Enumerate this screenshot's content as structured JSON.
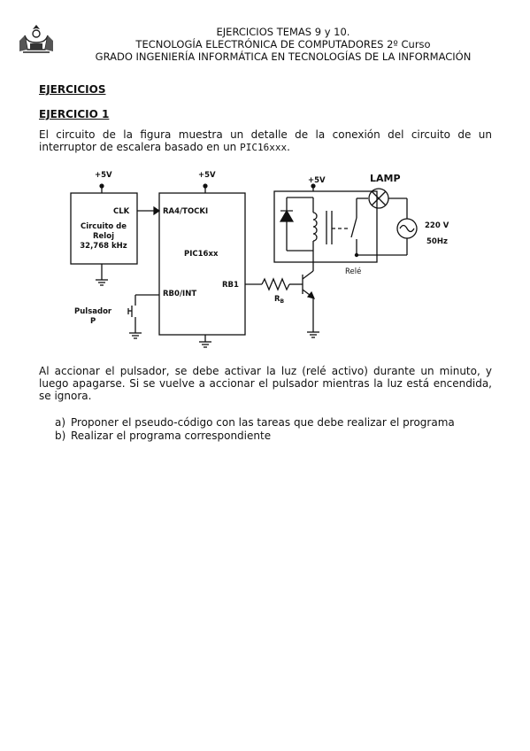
{
  "header": {
    "line1": "EJERCICIOS TEMAS 9 y 10.",
    "line2": "TECNOLOGÍA ELECTRÓNICA DE COMPUTADORES 2º Curso",
    "line3": "GRADO INGENIERÍA INFORMÁTICA EN TECNOLOGÍAS DE LA INFORMACIÓN"
  },
  "sections": {
    "ejercicios": "EJERCICIOS",
    "ejercicio1": "EJERCICIO 1"
  },
  "intro": {
    "text": "El circuito de la figura muestra un detalle de la conexión del circuito de un interruptor de escalera basado en un ",
    "chip": "PIC16xxx",
    "end": "."
  },
  "circuit": {
    "vcc1": "+5V",
    "vcc2": "+5V",
    "vcc3": "+5V",
    "clk": "CLK",
    "clock_l1": "Circuito de",
    "clock_l2": "Reloj",
    "clock_l3": "32,768 kHz",
    "ra4": "RA4/TOCKI",
    "pic": "PIC16xx",
    "rb0": "RB0/INT",
    "rb1": "RB1",
    "pulsador": "Pulsador",
    "p": "P",
    "rb": "R",
    "rb_sub": "B",
    "lamp": "LAMP",
    "v220": "220 V",
    "hz": "50Hz",
    "rele": "Relé"
  },
  "description": "Al accionar el pulsador, se debe activar la luz (relé activo) durante un minuto, y luego apagarse. Si se vuelve a accionar el pulsador mientras la luz está encendida, se ignora.",
  "tasks": [
    {
      "marker": "a)",
      "text": "Proponer el pseudo-código con las tareas que debe realizar el programa"
    },
    {
      "marker": "b)",
      "text": "Realizar el programa correspondiente"
    }
  ]
}
